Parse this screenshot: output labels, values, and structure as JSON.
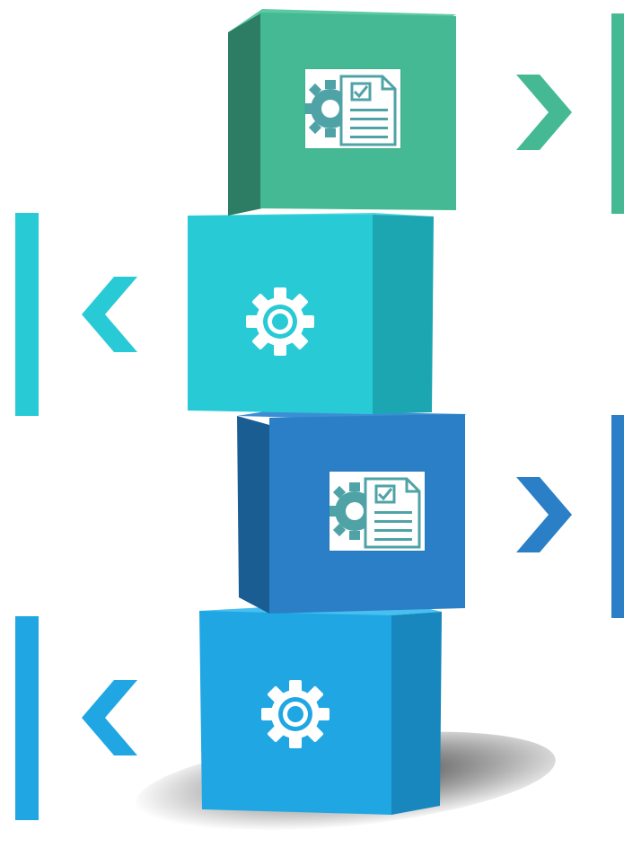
{
  "colors": {
    "step1": "#44b993",
    "step2": "#28cad6",
    "step3": "#2a7fc6",
    "step4": "#20a7e3"
  },
  "steps": [
    {
      "icon": "document-gear-icon",
      "direction": "right"
    },
    {
      "icon": "gear-icon",
      "direction": "left"
    },
    {
      "icon": "document-gear-icon",
      "direction": "right"
    },
    {
      "icon": "gear-icon",
      "direction": "left"
    }
  ]
}
